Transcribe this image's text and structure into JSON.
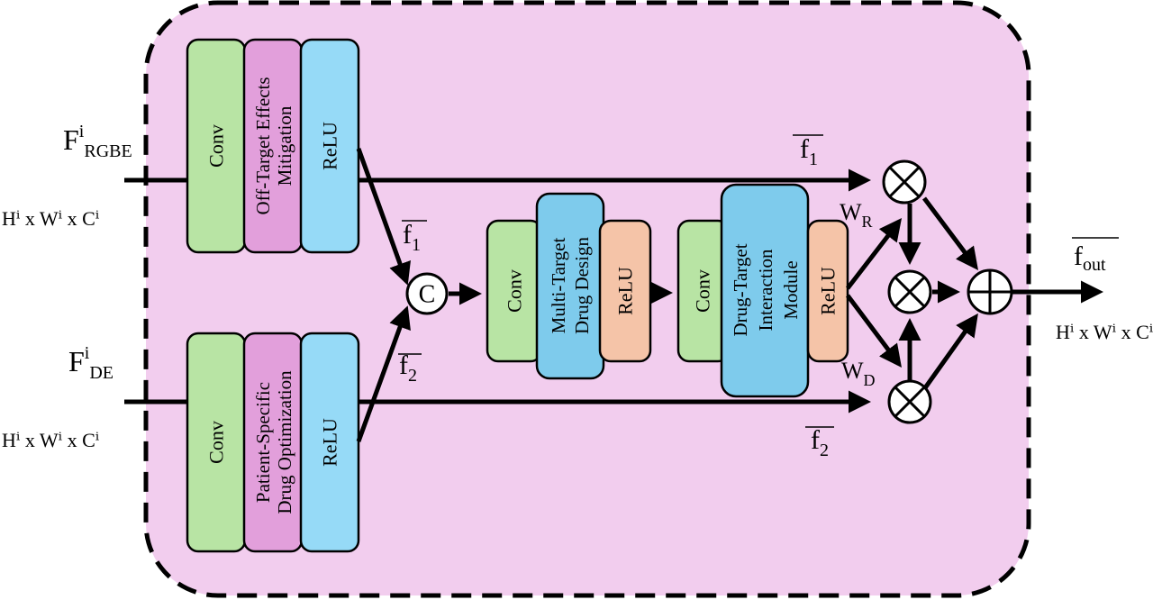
{
  "inputs": {
    "top": {
      "base": "F",
      "sup": "i",
      "sub": "RGBE",
      "dims": "Hⁱ x Wⁱ x Cⁱ"
    },
    "bottom": {
      "base": "F",
      "sup": "i",
      "sub": "DE",
      "dims": "Hⁱ x Wⁱ x Cⁱ"
    }
  },
  "top_branch": {
    "conv": "Conv",
    "module_line1": "Off-Target Effects",
    "module_line2": "Mitigation",
    "relu": "ReLU"
  },
  "bottom_branch": {
    "conv": "Conv",
    "module_line1": "Patient-Specific",
    "module_line2": "Drug Optimization",
    "relu": "ReLU"
  },
  "concat": "C",
  "mid1": {
    "conv": "Conv",
    "module_line1": "Multi-Target",
    "module_line2": "Drug Design",
    "relu": "ReLU"
  },
  "mid2": {
    "conv": "Conv",
    "module_line1": "Drug-Target",
    "module_line2": "Interaction",
    "module_line3": "Module",
    "relu": "ReLU"
  },
  "features": {
    "f1": {
      "base": "f",
      "sub": "1"
    },
    "f2": {
      "base": "f",
      "sub": "2"
    },
    "fout": {
      "base": "f",
      "sub": "out"
    }
  },
  "weights": {
    "wr": {
      "base": "W",
      "sub": "R"
    },
    "wd": {
      "base": "W",
      "sub": "D"
    }
  },
  "operators": {
    "multiply": "⊗",
    "add": "⊕"
  },
  "output": {
    "dims": "Hⁱ x Wⁱ x Cⁱ"
  },
  "colors": {
    "frame_fill": "#f2cdee",
    "conv": "#b8e4a4",
    "module": "#e29fdb",
    "relu": "#96daf7",
    "mid_module": "#7ecbec",
    "mid_relu": "#f5c4a8"
  }
}
